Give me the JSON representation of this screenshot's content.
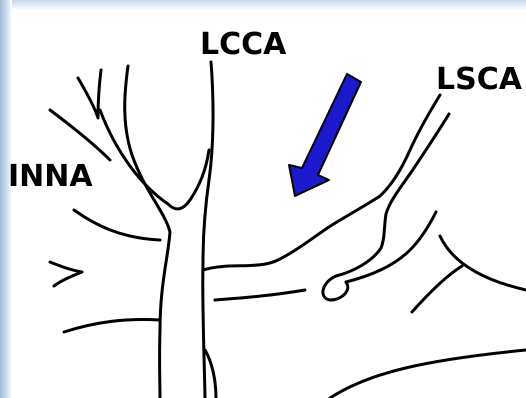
{
  "labels": {
    "lcca": "LCCA",
    "lsca": "LSCA",
    "inna": "INNA"
  },
  "arrow": {
    "fill_color": "#1a1acc",
    "stroke_color": "#000000"
  },
  "frame": {
    "left_color": "#9fbad6",
    "top_color": "#c7d9ea"
  }
}
